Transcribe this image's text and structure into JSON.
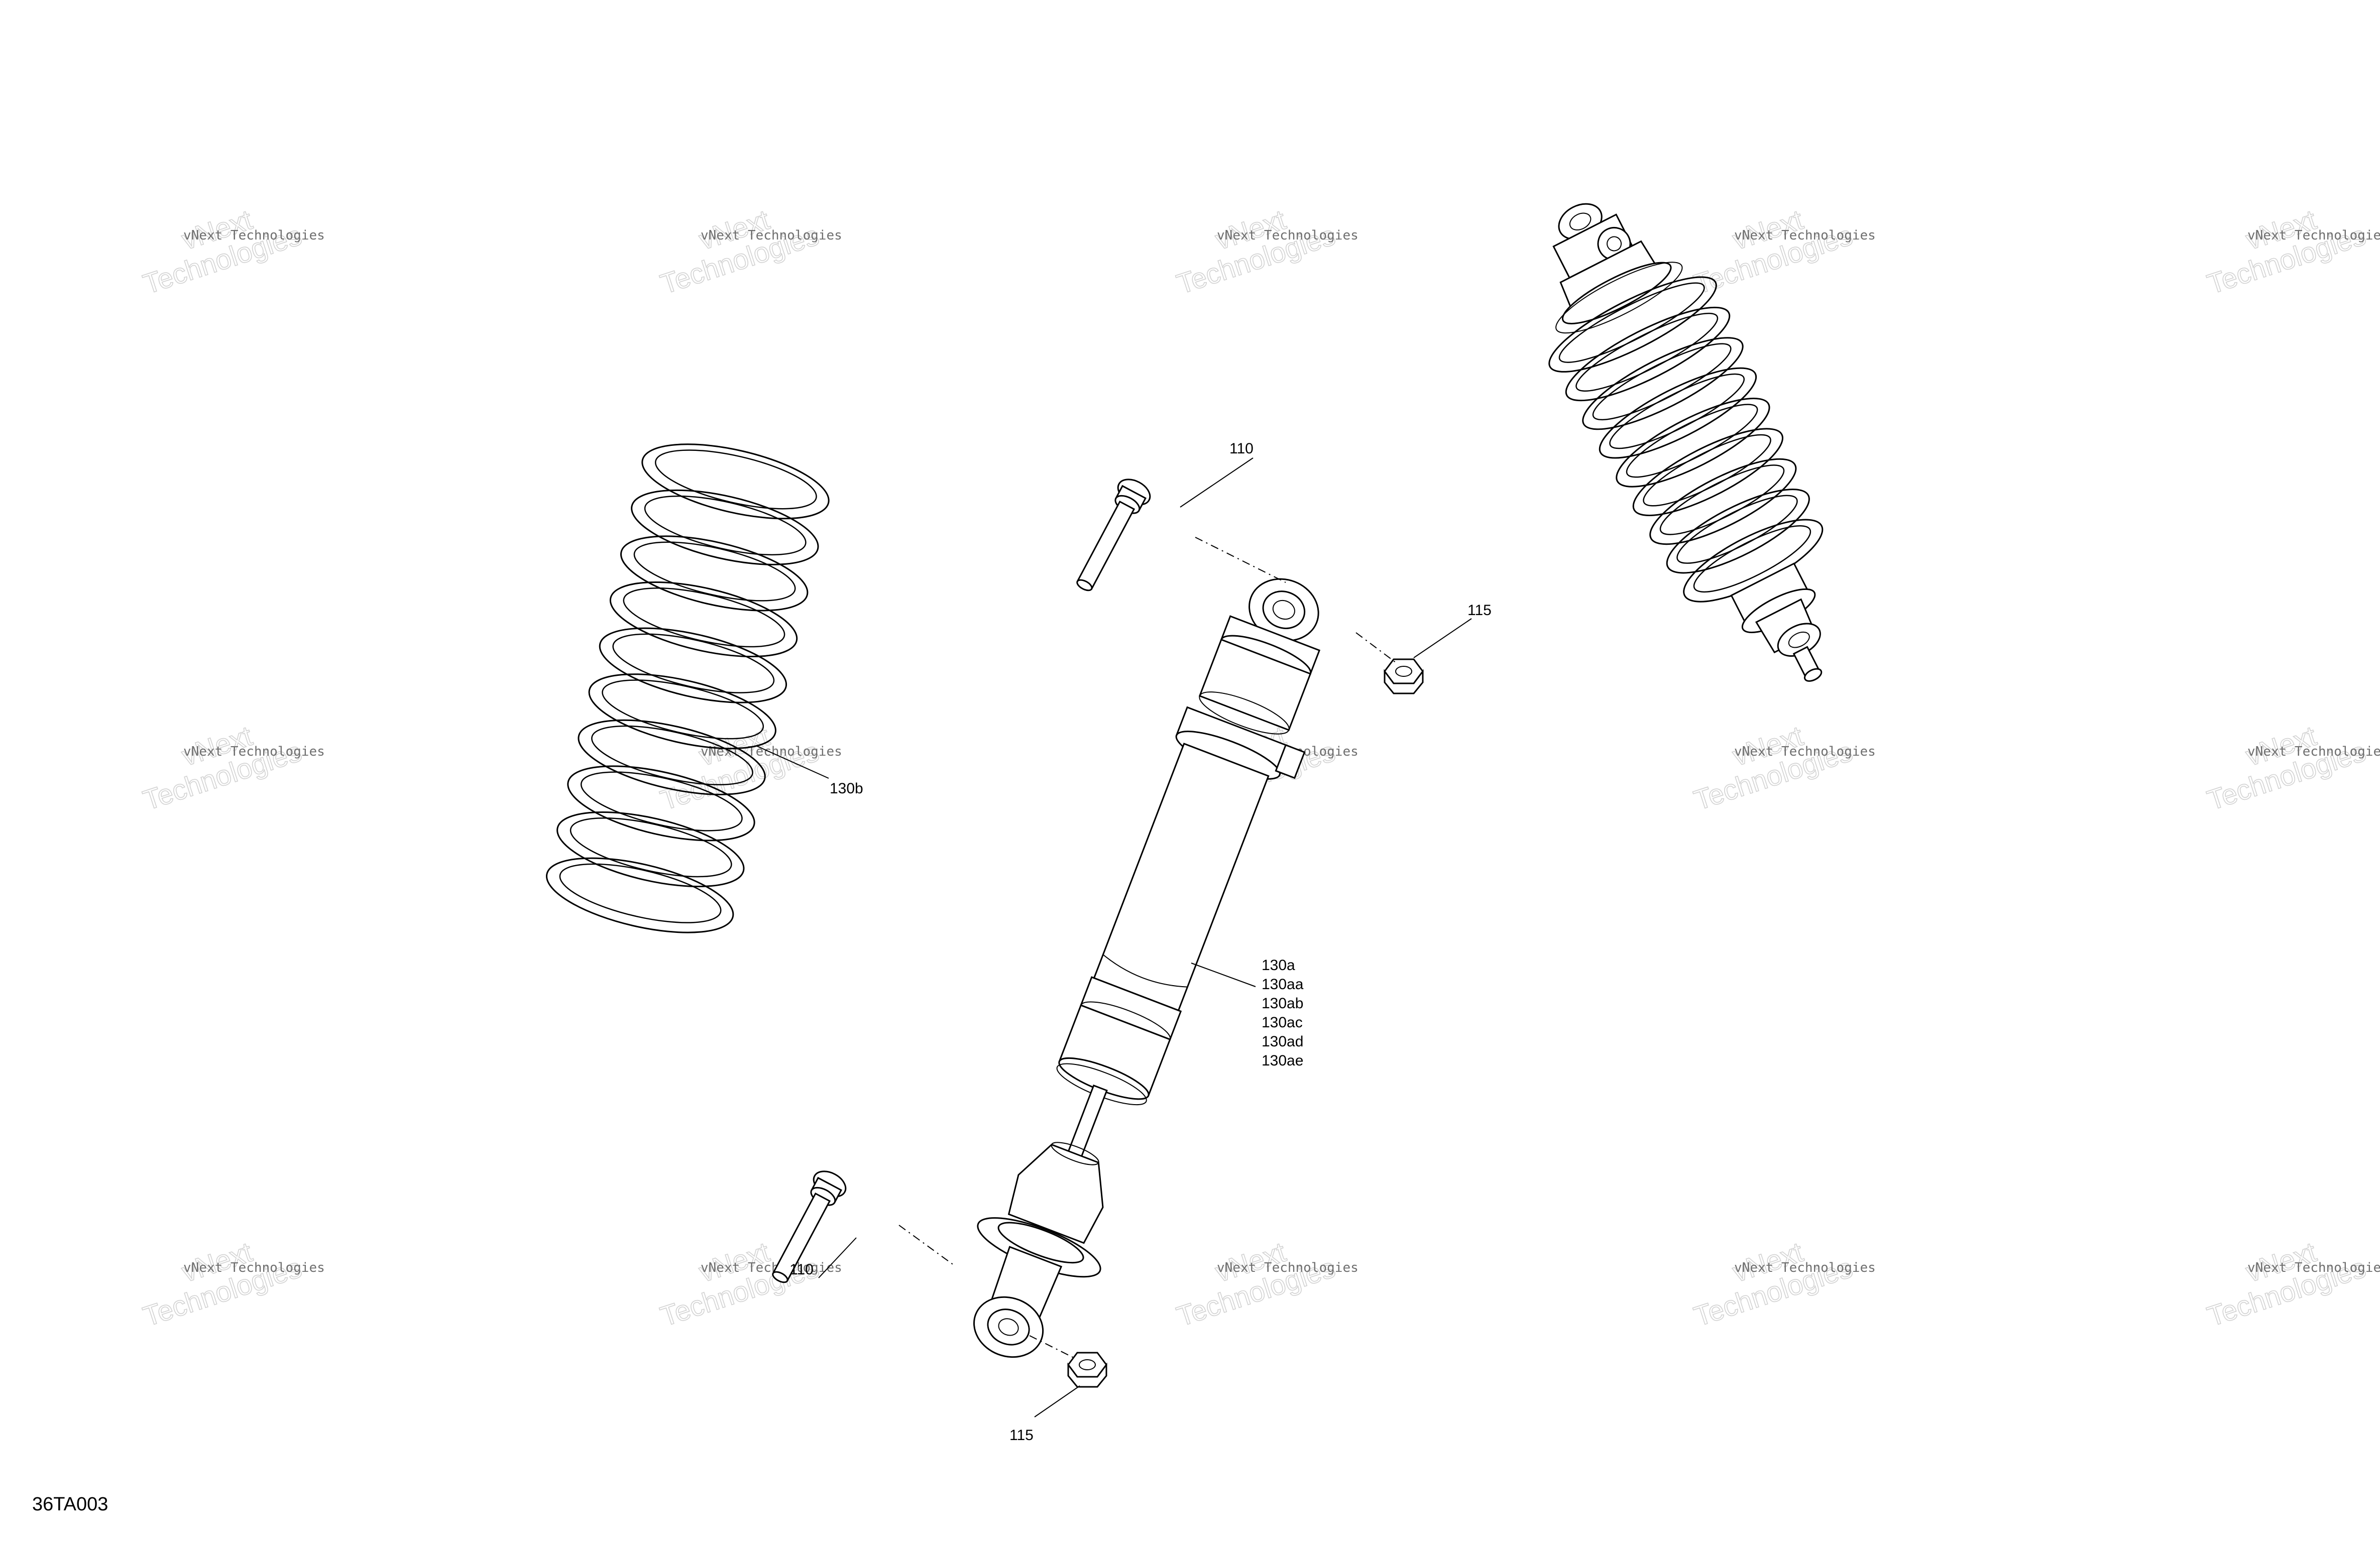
{
  "diagram": {
    "id_label": "36TA003",
    "callouts": {
      "bolt_upper": "110",
      "nut_upper": "115",
      "spring": "130b",
      "shock_items": [
        "130a",
        "130aa",
        "130ab",
        "130ac",
        "130ad",
        "130ae"
      ],
      "bolt_lower": "110",
      "nut_lower": "115"
    },
    "watermark": {
      "line1": "vNext Technologies",
      "line2": "vNext",
      "line3": "Technologies"
    }
  }
}
